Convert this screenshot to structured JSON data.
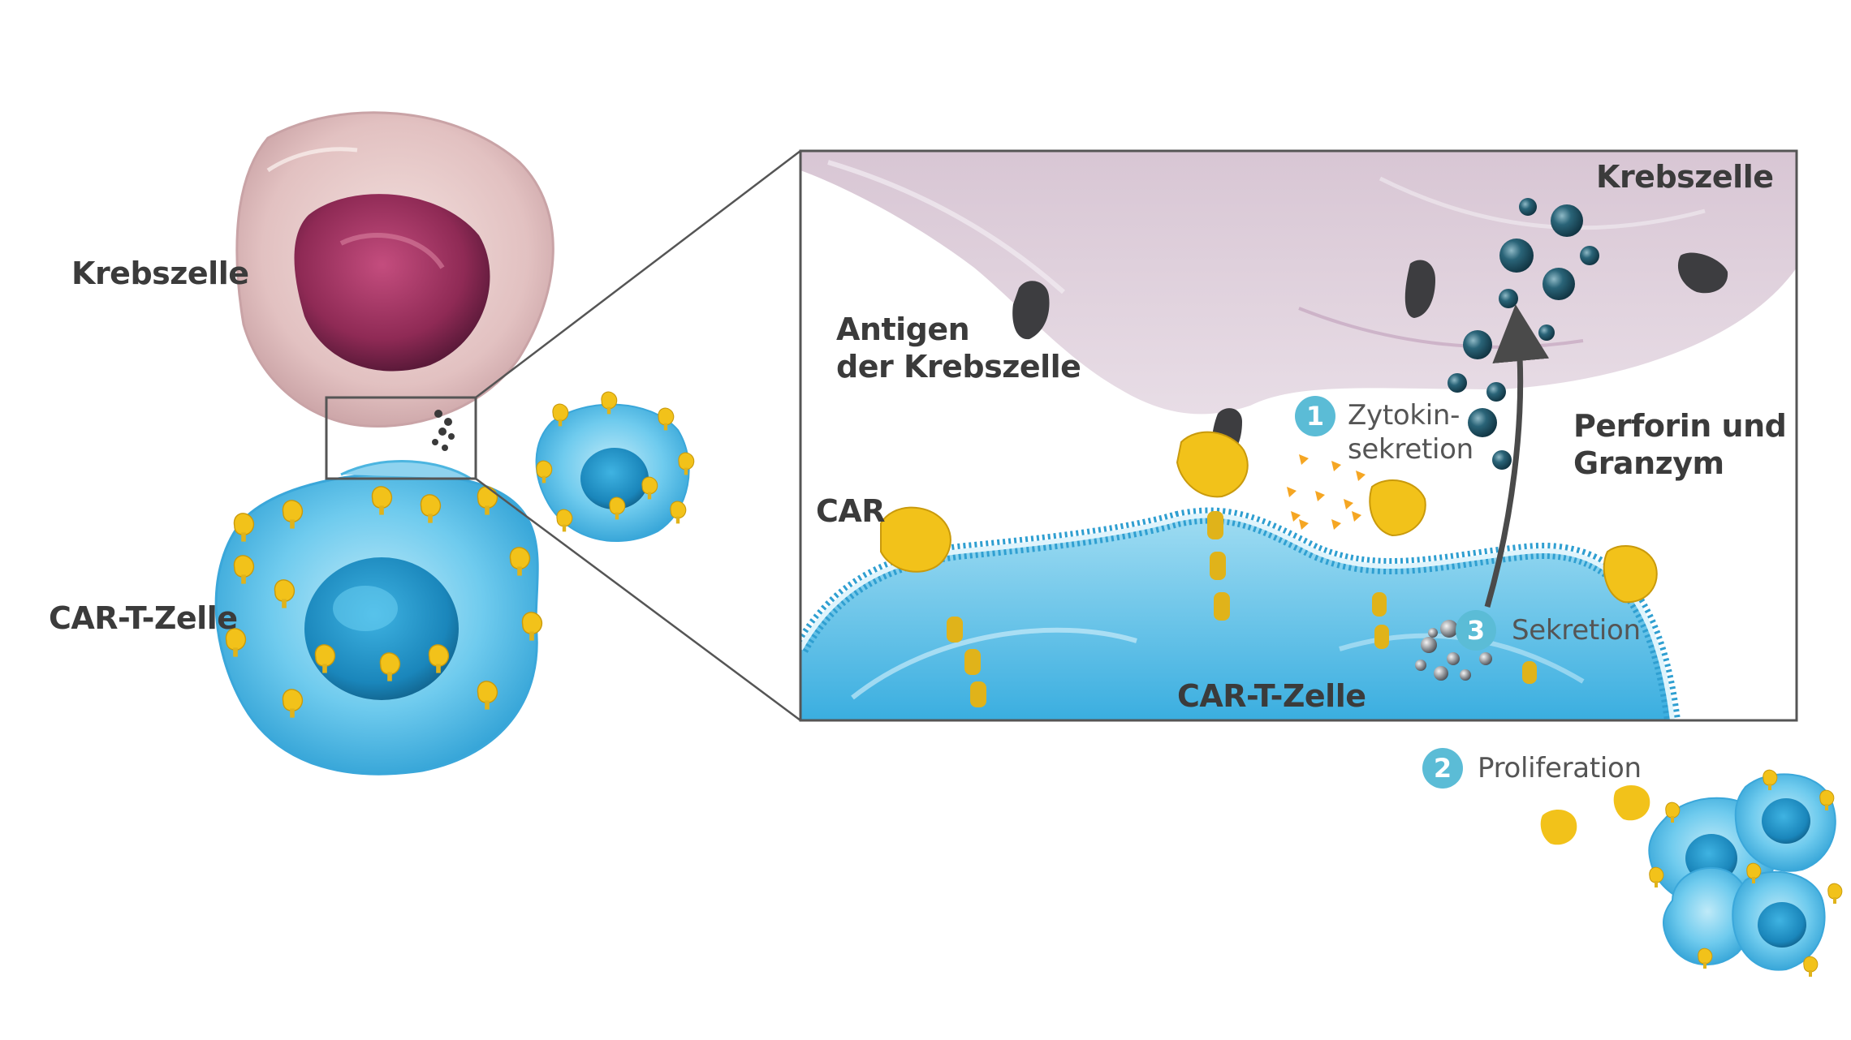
{
  "left": {
    "cancer_cell_label": "Krebszelle",
    "cart_cell_label": "CAR-T-Zelle"
  },
  "inset": {
    "cancer_cell_label": "Krebszelle",
    "antigen_label_line1": "Antigen",
    "antigen_label_line2": "der Krebszelle",
    "car_label": "CAR",
    "cart_cell_label": "CAR-T-Zelle",
    "perforin_line1": "Perforin und",
    "perforin_line2": "Granzym"
  },
  "steps": [
    {
      "number": "1",
      "line1": "Zytokin-",
      "line2": "sekretion"
    },
    {
      "number": "2",
      "line1": "Proliferation"
    },
    {
      "number": "3",
      "line1": "Sekretion"
    }
  ],
  "colors": {
    "cancer_outer": "#e2c3c3",
    "cancer_nucleus": "#9c2f5c",
    "tcell": "#5cc3e8",
    "tcell_dark": "#1f8fc4",
    "receptor": "#f2c21a",
    "granule": "#1e4b5c",
    "badge": "#5bbcd6"
  }
}
